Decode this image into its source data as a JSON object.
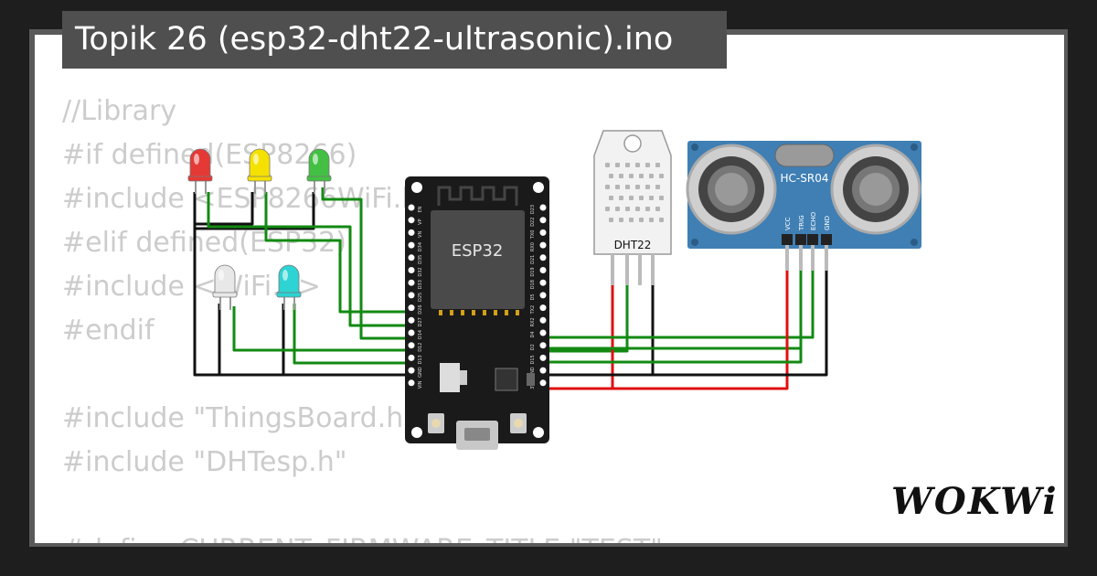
{
  "title": "Topik 26 (esp32-dht22-ultrasonic).ino",
  "code_lines": [
    "//Library",
    "#if defined(ESP8266)",
    "#include <ESP8266WiFi.h>",
    "#elif defined(ESP32)",
    "#include <WiFi.h>",
    "#endif",
    "",
    "#include \"ThingsBoard.h\"",
    "#include \"DHTesp.h\"",
    "",
    "#define CURRENT_FIRMWARE_TITLE \"TEST\""
  ],
  "components": {
    "esp32_label": "ESP32",
    "dht22_label": "DHT22",
    "hcsr04_label": "HC-SR04",
    "hcsr04_pins": [
      "VCC",
      "TRIG",
      "ECHO",
      "GND"
    ],
    "esp32_left_pins": [
      "EN",
      "VP",
      "VN",
      "D34",
      "D35",
      "D32",
      "D33",
      "D25",
      "D26",
      "D27",
      "D14",
      "D12",
      "D13",
      "GND",
      "VIN"
    ],
    "esp32_right_pins": [
      "D23",
      "D22",
      "TX0",
      "RX0",
      "D21",
      "D19",
      "D18",
      "D5",
      "TX2",
      "RX2",
      "D4",
      "D2",
      "D15",
      "GND",
      "3V3"
    ],
    "leds": [
      {
        "name": "red",
        "color": "#e53935"
      },
      {
        "name": "yellow",
        "color": "#f5e100"
      },
      {
        "name": "green",
        "color": "#43c043"
      },
      {
        "name": "white",
        "color": "#e8e8e8"
      },
      {
        "name": "cyan",
        "color": "#2ed3d3"
      }
    ]
  },
  "colors": {
    "wire_green": "#128a12",
    "wire_black": "#111111",
    "wire_red": "#e01010",
    "board": "#1a1a1a",
    "sensor_blue": "#3f7fb4"
  },
  "logo": "WOKWi"
}
